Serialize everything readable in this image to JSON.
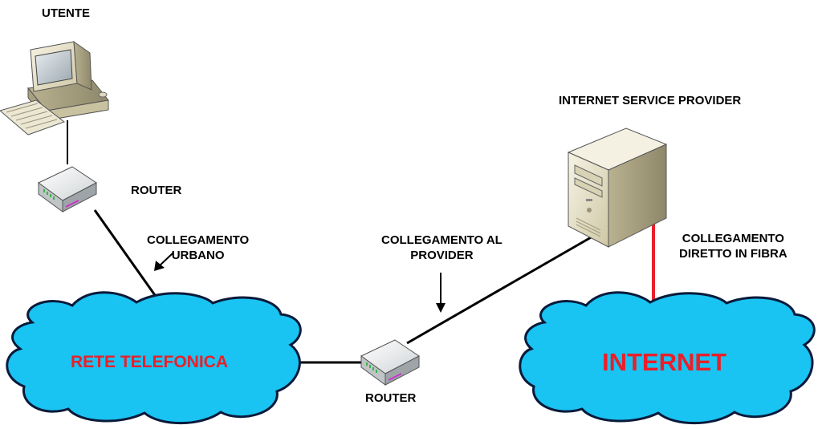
{
  "labels": {
    "user": "UTENTE",
    "router_top": "ROUTER",
    "link_urban": [
      "COLLEGAMENTO",
      "URBANO"
    ],
    "link_provider": [
      "COLLEGAMENTO AL",
      "PROVIDER"
    ],
    "isp": "INTERNET SERVICE PROVIDER",
    "link_fiber": [
      "COLLEGAMENTO",
      "DIRETTO IN FIBRA"
    ],
    "router_bottom": "ROUTER"
  },
  "clouds": {
    "phone_network": "RETE TELEFONICA",
    "internet": "INTERNET"
  },
  "colors": {
    "cloud_fill": "#19c3f2",
    "cloud_stroke": "#0a1a3a",
    "cloud_text": "#e8202a",
    "fiber_link": "#e8202a",
    "link": "#000000"
  },
  "icons": [
    "desktop-computer-icon",
    "router-icon",
    "server-tower-icon",
    "cloud-icon"
  ]
}
